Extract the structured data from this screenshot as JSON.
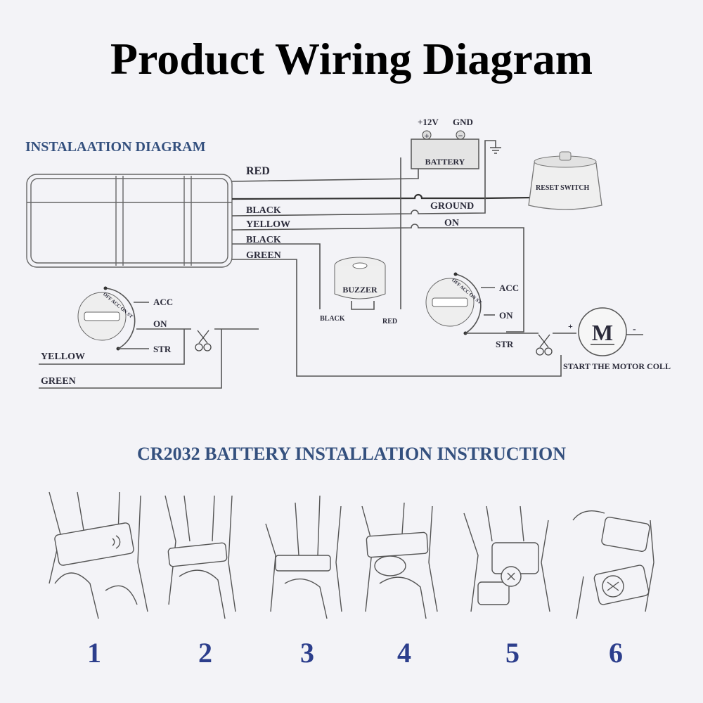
{
  "title": "Product Wiring Diagram",
  "install_heading": "INSTALAATION DIAGRAM",
  "battery": {
    "pos_label": "+12V",
    "neg_label": "GND",
    "body_text": "BATTERY",
    "pos_symbol": "+",
    "neg_symbol": "−"
  },
  "reset_switch_label": "RESET SWITCH",
  "wires_left": [
    "RED",
    "BLACK",
    "YELLOW",
    "BLACK",
    "GREEN"
  ],
  "wires_right": {
    "ground": "GROUND",
    "on": "ON"
  },
  "buzzer": {
    "label": "BUZZER",
    "black": "BLACK",
    "red": "RED"
  },
  "ignition_left": {
    "acc": "ACC",
    "on": "ON",
    "str": "STR",
    "ring_text": "OFF ACC ON ST"
  },
  "ignition_right": {
    "acc": "ACC",
    "on": "ON",
    "str": "STR",
    "ring_text": "OFF ACC ON ST"
  },
  "bottom_wires": {
    "yellow": "YELLOW",
    "green": "GREEN"
  },
  "motor": {
    "symbol": "M",
    "plus": "+",
    "minus": "-",
    "label": "START THE MOTOR COLL"
  },
  "instruction_heading": "CR2032 BATTERY INSTALLATION INSTRUCTION",
  "steps": [
    "1",
    "2",
    "3",
    "4",
    "5",
    "6"
  ]
}
